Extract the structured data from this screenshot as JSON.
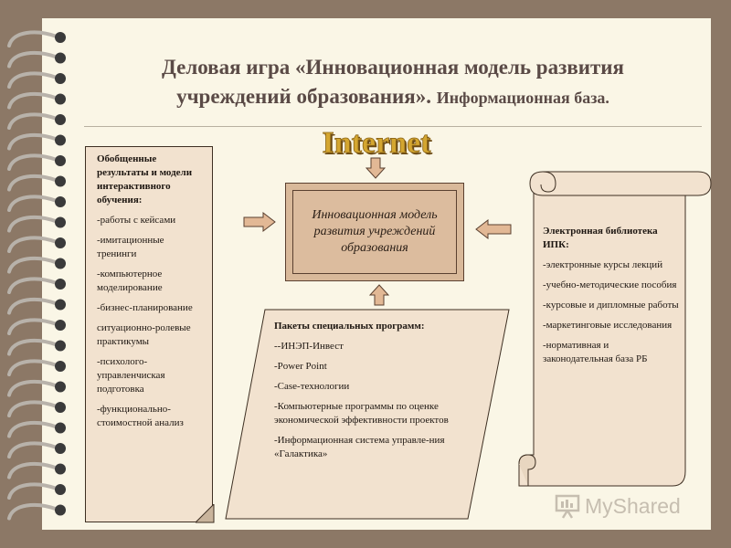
{
  "title": {
    "line1": "Деловая игра «Инновационная модель развития",
    "line2": "учреждений образования».",
    "subtitle": "Информационная база."
  },
  "internet_label": "Internet",
  "left_box": {
    "heading": "Обобщенные результаты и модели интерактивного обучения:",
    "items": [
      "-работы с кейсами",
      "-имитационные тренинги",
      "-компьютерное моделирование",
      "-бизнес-планирование",
      "ситуационно-ролевые практикумы",
      "-психолого-управленчиская подготовка",
      "-функционально-стоимостной анализ"
    ]
  },
  "center_box": {
    "text": "Инновационная модель развития учреждений образования"
  },
  "bottom_box": {
    "heading": "Пакеты специальных программ:",
    "items": [
      "--ИНЭП-Инвест",
      "-Power Point",
      "-Case-технологии",
      "-Компьютерные программы по оценке экономической эффективности проектов",
      "-Информационная система управле-ния «Галактика»"
    ]
  },
  "right_scroll": {
    "heading": "Электронная библиотека ИПК:",
    "items": [
      "-электронные курсы лекций",
      "-учебно-методические пособия",
      "-курсовые и дипломные работы",
      "-маркетинговые исследования",
      "-нормативная и законодательная база РБ"
    ]
  },
  "watermark": "MyShared",
  "colors": {
    "background": "#8c7866",
    "page": "#faf6e6",
    "box_fill": "#f2e2cf",
    "center_fill": "#d9b99a",
    "arrow_fill": "#e2b895",
    "internet_gold": "#d4a630"
  }
}
